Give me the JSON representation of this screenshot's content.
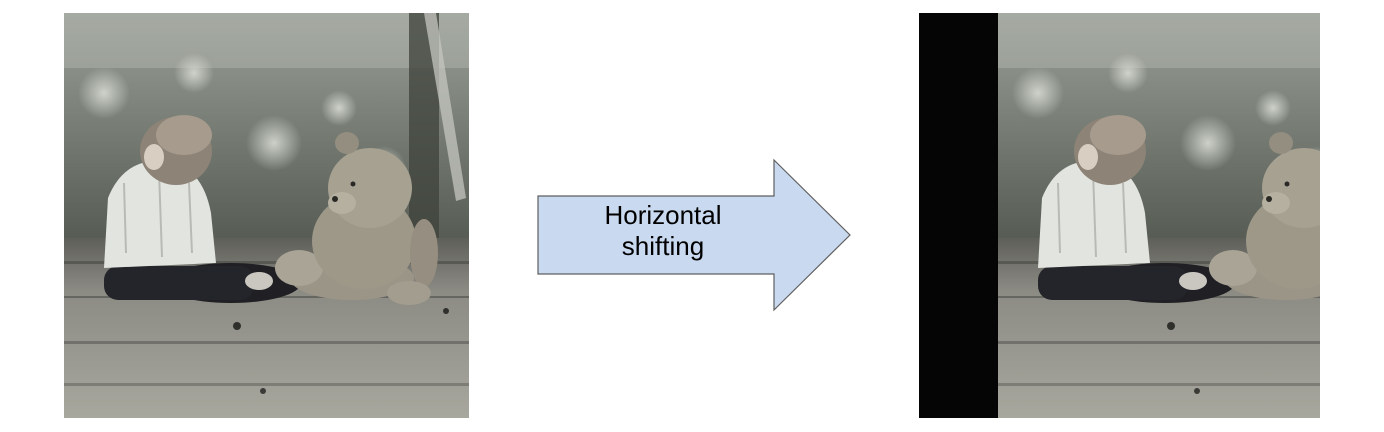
{
  "diagram": {
    "arrow_label_line1": "Horizontal",
    "arrow_label_line2": "shifting",
    "arrow_fill": "#c9d9f0",
    "arrow_stroke": "#5f5f5f",
    "shift_padding_color": "#050505"
  },
  "images": {
    "source": {
      "content": "grayscale photo of a child sitting on a wooden dock beside a teddy bear"
    },
    "result": {
      "content": "same photo shifted to the right with a black band filling the left edge"
    }
  }
}
